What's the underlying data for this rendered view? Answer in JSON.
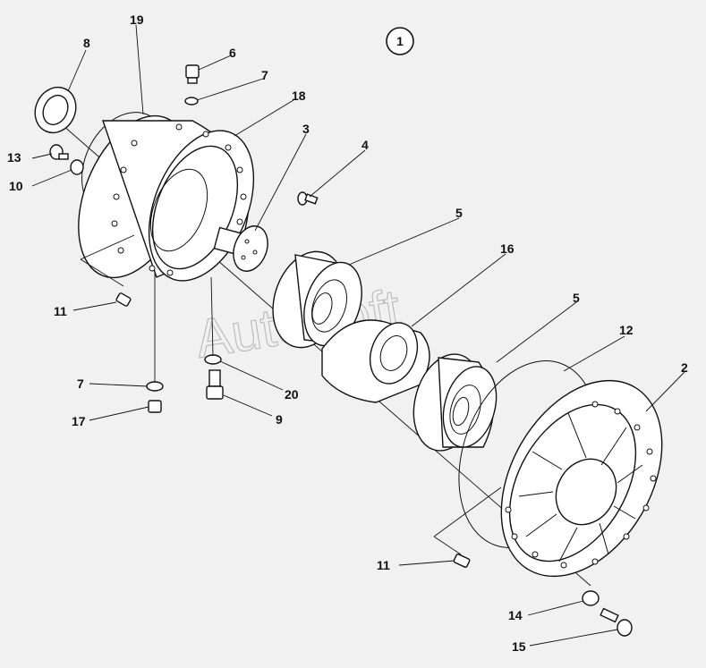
{
  "figure_number": "1",
  "watermark": "AutoSoft",
  "callouts": {
    "c1": "2",
    "c2": "3",
    "c3": "4",
    "c4": "5",
    "c5": "5",
    "c6": "6",
    "c7": "7",
    "c8": "7",
    "c9": "8",
    "c10": "9",
    "c11": "10",
    "c12": "11",
    "c13": "11",
    "c14": "12",
    "c15": "13",
    "c16": "14",
    "c17": "15",
    "c18": "16",
    "c19": "17",
    "c20": "18",
    "c21": "19",
    "c22": "20"
  }
}
